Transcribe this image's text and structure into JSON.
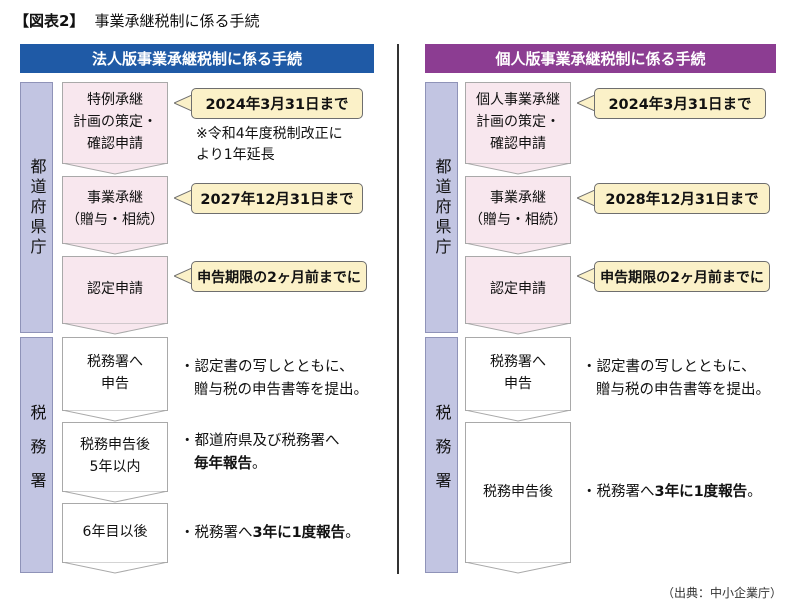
{
  "figure": {
    "label": "【図表2】",
    "title": "事業承継税制に係る手続",
    "source": "（出典：中小企業庁）"
  },
  "colors": {
    "corporate": "#1f5aa6",
    "individual": "#8c3d92",
    "agency": "#c2c5e2",
    "step": "#f8e7ee",
    "deadline": "#fbf1c8"
  },
  "corporate": {
    "header": "法人版事業承継税制に係る手続",
    "prefecture": "都道府県庁",
    "tax_office": "税務署",
    "steps": [
      {
        "label": "特例承継\n計画の策定・\n確認申請",
        "deadline": "2024年3月31日まで",
        "note": "※令和4年度税制改正に\nより1年延長"
      },
      {
        "label": "事業承継\n（贈与・相続）",
        "deadline": "2027年12月31日まで"
      },
      {
        "label": "認定申請",
        "deadline": "申告期限の2ヶ月前までに"
      },
      {
        "label": "税務署へ\n申告",
        "bullet_a": "・認定書の写しとともに、",
        "bullet_b": "贈与税の申告書等を提出。"
      },
      {
        "label": "税務申告後\n5年以内",
        "bullet_a": "・都道府県及び税務署へ",
        "bullet_b_bold": "毎年報告",
        "bullet_b_end": "。"
      },
      {
        "label": "6年目以後",
        "bullet_pre": "・税務署へ",
        "bullet_bold": "3年に1度報告",
        "bullet_end": "。"
      }
    ]
  },
  "individual": {
    "header": "個人版事業承継税制に係る手続",
    "prefecture": "都道府県庁",
    "tax_office": "税務署",
    "steps": [
      {
        "label": "個人事業承継\n計画の策定・\n確認申請",
        "deadline": "2024年3月31日まで"
      },
      {
        "label": "事業承継\n（贈与・相続）",
        "deadline": "2028年12月31日まで"
      },
      {
        "label": "認定申請",
        "deadline": "申告期限の2ヶ月前までに"
      },
      {
        "label": "税務署へ\n申告",
        "bullet_a": "・認定書の写しとともに、",
        "bullet_b": "贈与税の申告書等を提出。"
      },
      {
        "label": "税務申告後",
        "bullet_pre": "・税務署へ",
        "bullet_bold": "3年に1度報告",
        "bullet_end": "。"
      }
    ]
  }
}
